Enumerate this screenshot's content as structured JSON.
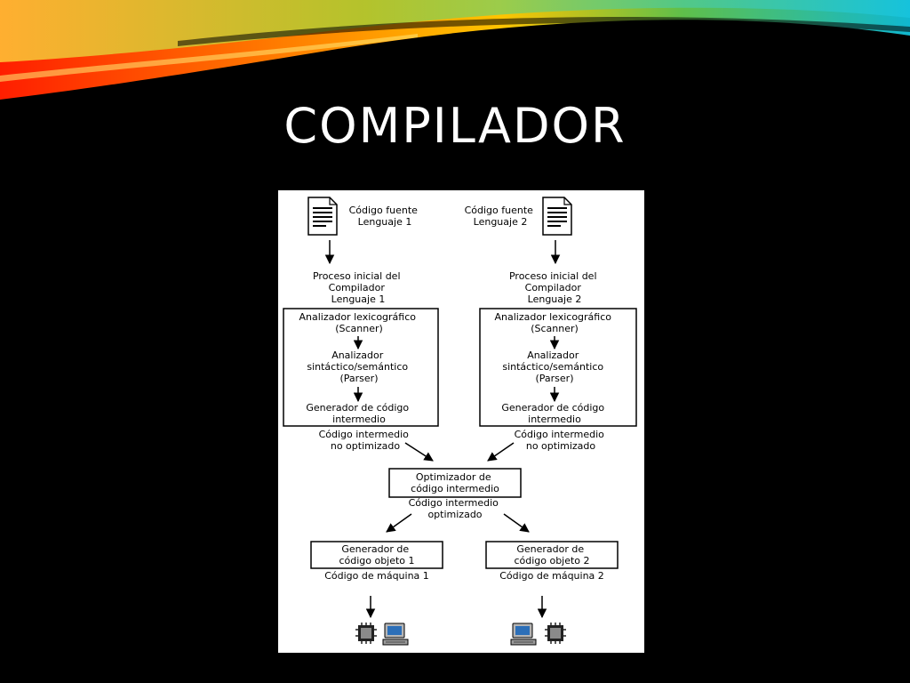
{
  "slide": {
    "title": "COMPILADOR"
  },
  "colors": {
    "background": "#000000",
    "title": "#ffffff",
    "panel": "#ffffff",
    "banner": [
      "#ff2a00",
      "#ff8a00",
      "#ffd700",
      "#6fcf3a",
      "#12c2d6",
      "#0aa0c8"
    ]
  },
  "diagram": {
    "source1": [
      "Código fuente",
      "Lenguaje 1"
    ],
    "source2": [
      "Código fuente",
      "Lenguaje 2"
    ],
    "front1": {
      "heading": [
        "Proceso inicial del",
        "Compilador",
        "Lenguaje 1"
      ],
      "scanner": [
        "Analizador lexicográfico",
        "(Scanner)"
      ],
      "parser": [
        "Analizador",
        "sintáctico/semántico",
        "(Parser)"
      ],
      "generator": [
        "Generador de código",
        "intermedio"
      ]
    },
    "front2": {
      "heading": [
        "Proceso inicial del",
        "Compilador",
        "Lenguaje 2"
      ],
      "scanner": [
        "Analizador lexicográfico",
        "(Scanner)"
      ],
      "parser": [
        "Analizador",
        "sintáctico/semántico",
        "(Parser)"
      ],
      "generator": [
        "Generador de código",
        "intermedio"
      ]
    },
    "unoptimized1": [
      "Código intermedio",
      "no optimizado"
    ],
    "unoptimized2": [
      "Código intermedio",
      "no optimizado"
    ],
    "optimizer": [
      "Optimizador de",
      "código intermedio"
    ],
    "optimized": [
      "Código intermedio",
      "optimizado"
    ],
    "backend1": [
      "Generador de",
      "código objeto 1"
    ],
    "backend2": [
      "Generador de",
      "código objeto 2"
    ],
    "machine1": "Código de máquina 1",
    "machine2": "Código de máquina 2",
    "icons": [
      "document-icon",
      "chip-icon",
      "computer-icon"
    ]
  }
}
